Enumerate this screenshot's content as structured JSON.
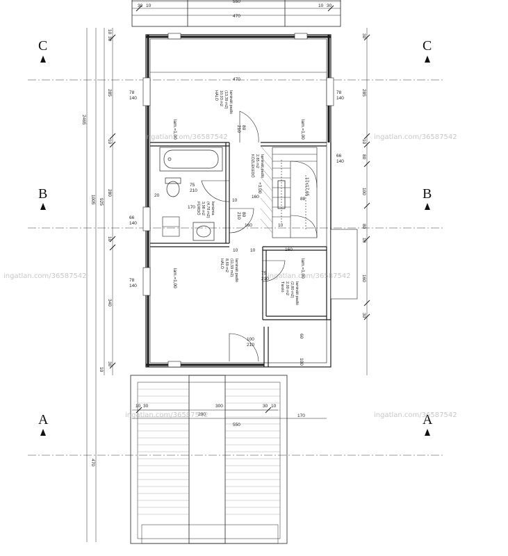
{
  "section_markers": {
    "a_left": "A",
    "a_right": "A",
    "b_left": "B",
    "b_right": "B",
    "c_left": "C",
    "c_right": "C"
  },
  "watermarks": [
    "ingatlan.com/36587542"
  ],
  "rooms": {
    "halo_top": [
      "HÁLÓ",
      "10,03 m2",
      "(13,39 m2)",
      "laminált padló"
    ],
    "kozlekedo": [
      "KÖZLEKEDŐ",
      "2,85 m2",
      "laminált padló"
    ],
    "furdo": [
      "FÜRDŐ",
      "3,98 m2",
      "(4,78 m2)",
      "kerámia"
    ],
    "halo_bottom": [
      "HÁLÓ",
      "8,69 m2",
      "(11,59 m2)",
      "laminált padló"
    ],
    "tarolo": [
      "Tároló",
      "2,00 m2",
      "(2,80 m2)",
      "laminált padló"
    ]
  },
  "dimensions": {
    "top_470": "470",
    "top_550": "550",
    "top_30_a": "30",
    "top_10_a": "10",
    "top_10_b": "10",
    "top_30_b": "30",
    "inner_470": "470",
    "left_10": "10",
    "left_30": "30",
    "left_285": "285",
    "left_10b": "10",
    "left_280": "280",
    "left_10c": "10",
    "left_340": "340",
    "left_30b": "30",
    "left_10d": "10",
    "left_470": "470",
    "total_2465": "2465",
    "total_1005": "1005",
    "total_925": "925",
    "right_30": "30",
    "right_285": "285",
    "right_10": "10",
    "right_80": "80",
    "right_100": "100",
    "right_80b": "80",
    "right_10b": "10",
    "right_160": "160",
    "right_30b": "30",
    "right_60": "60",
    "right_100b": "100",
    "win_78_140_a": [
      "78",
      "140"
    ],
    "win_78_140_b": [
      "78",
      "140"
    ],
    "win_66_140_a": [
      "66",
      "140"
    ],
    "win_66_140_b": [
      "66",
      "140"
    ],
    "win_78_140_c": [
      "78",
      "140"
    ],
    "door_80_210_a": [
      "80",
      "210"
    ],
    "door_75_210_a": [
      "75",
      "210"
    ],
    "door_80_210_b": [
      "80",
      "210"
    ],
    "door_75_210_b": [
      "75",
      "210"
    ],
    "door_100_210": [
      "100",
      "210"
    ],
    "d_170": "170",
    "d_20": "20",
    "d_160": "160",
    "d_160b": "160",
    "d_160c": "160",
    "d_10": "10",
    "d_10b": "10",
    "d_10c": "10",
    "d_10d": "10",
    "d_88": "88",
    "stair": "+3,00",
    "stair_count": "17×17,65",
    "bottom_300": "300",
    "bottom_10_a": "10",
    "bottom_30_a": "30",
    "bottom_290": "290",
    "bottom_30_b": "30",
    "bottom_10_b": "10",
    "bottom_550": "550",
    "bottom_170": "170",
    "lam_1": "lam.=1,00",
    "lam_2": "lam.=1,00",
    "lam_3": "lam.=1,00",
    "lam_4": "lam.=1,00"
  },
  "colors": {
    "line": "#1a1a1a",
    "wall": "#222222",
    "hatch": "#555555",
    "watermark": "#9a9a9a"
  }
}
